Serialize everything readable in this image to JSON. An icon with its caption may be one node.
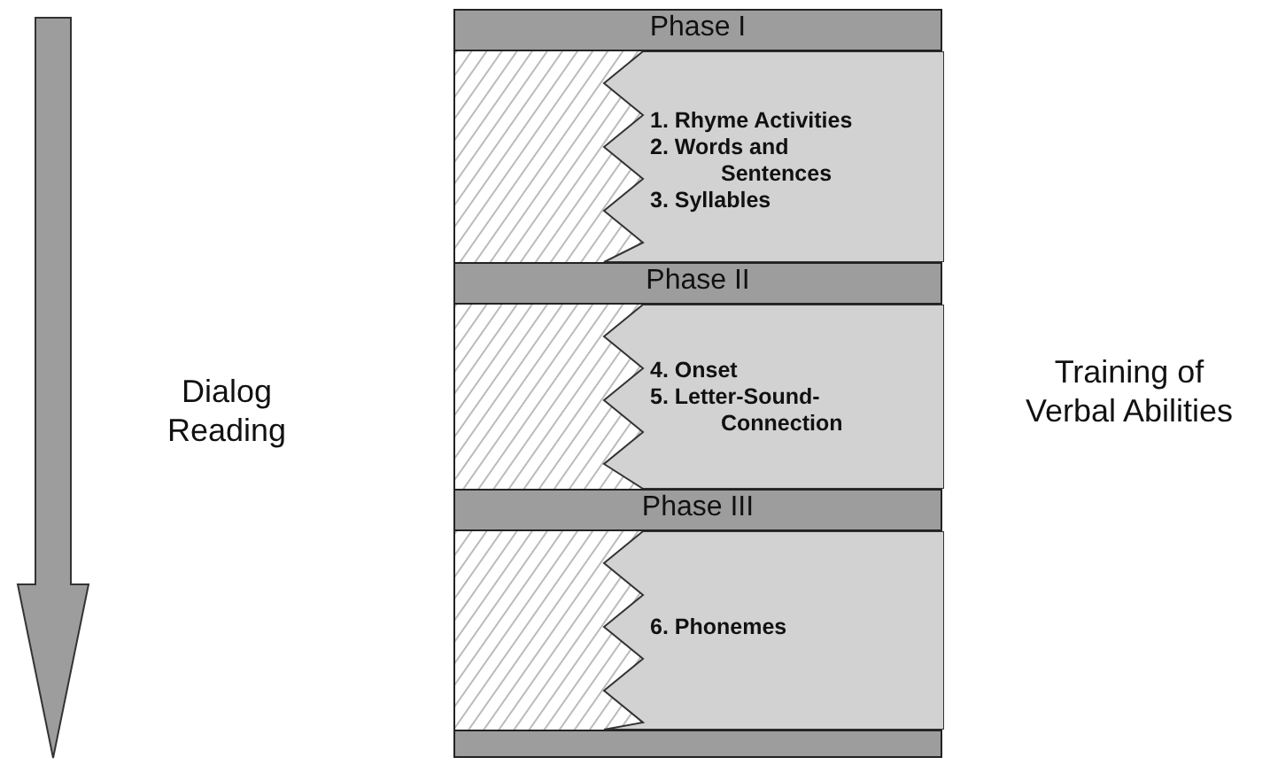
{
  "diagram": {
    "nodes": [
      {
        "text": [
          "Phase I"
        ]
      },
      {
        "text": [
          "1. Rhyme Activities",
          "2. Words and Sentences",
          "3. Syllables"
        ]
      },
      {
        "text": [
          "Phase II"
        ]
      },
      {
        "text": [
          "4. Onset",
          "5. Letter-Sound-Connection"
        ]
      },
      {
        "text": [
          "Phase III"
        ]
      },
      {
        "text": [
          "6. Phonemes"
        ]
      },
      {
        "text": [],
        "shape": "bar"
      }
    ],
    "edges": [],
    "labels": [
      "Dialog Reading",
      "Training of Verbal Abilities"
    ]
  }
}
